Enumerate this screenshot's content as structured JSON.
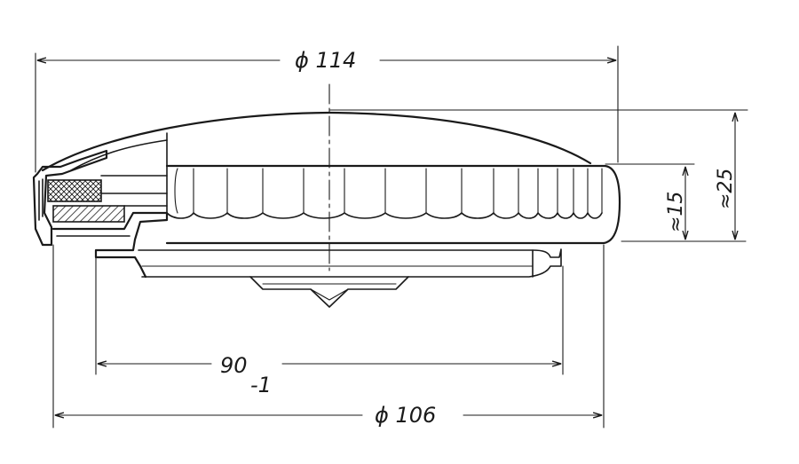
{
  "dimensions": {
    "outer_diameter": "ϕ 114",
    "bottom_diameter": "ϕ 106",
    "inner_width": "90",
    "inner_width_tolerance": "-1",
    "height_knurl": "≈15",
    "height_total": "≈25"
  }
}
